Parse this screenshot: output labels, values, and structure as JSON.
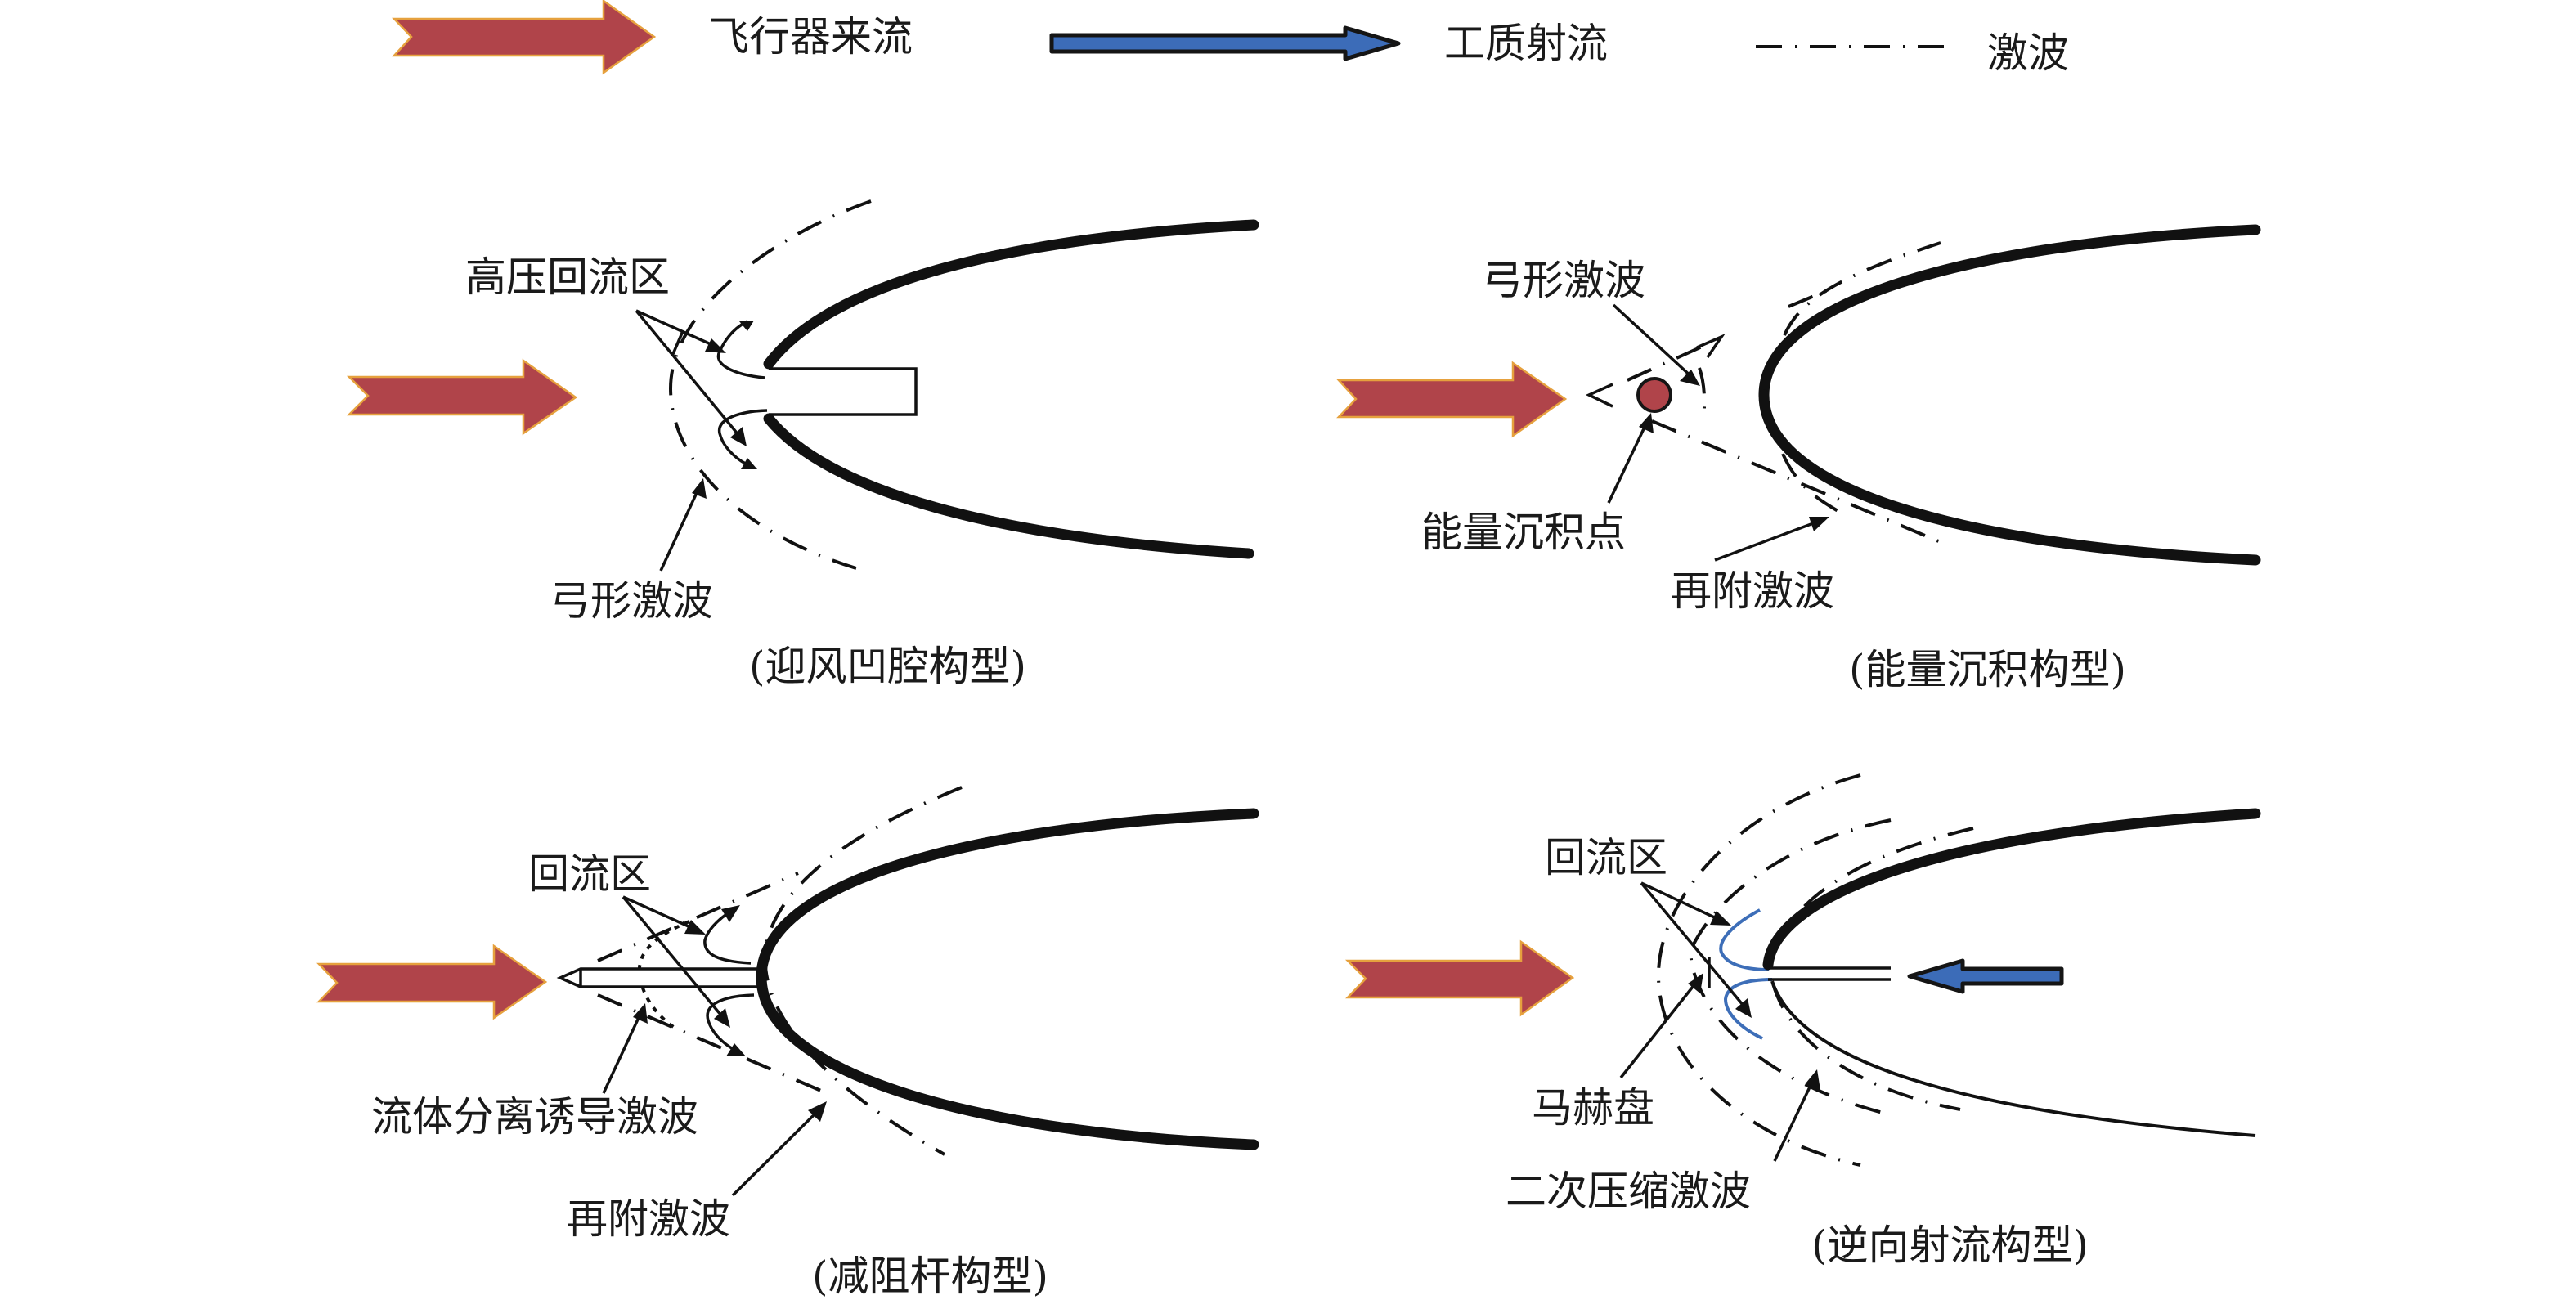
{
  "legend": {
    "freestream": {
      "label": "飞行器来流",
      "color": "#B0444A"
    },
    "jet": {
      "label": "工质射流",
      "color": "#3C6CB8"
    },
    "shock": {
      "label": "激波"
    }
  },
  "panels": [
    {
      "caption": "(迎风凹腔构型)",
      "labels": {
        "recirculation": "高压回流区",
        "bow_shock": "弓形激波"
      }
    },
    {
      "caption": "(能量沉积构型)",
      "labels": {
        "bow_shock": "弓形激波",
        "energy_point": "能量沉积点",
        "reattach_shock": "再附激波"
      }
    },
    {
      "caption": "(减阻杆构型)",
      "labels": {
        "recirculation": "回流区",
        "separation_shock": "流体分离诱导激波",
        "reattach_shock": "再附激波"
      }
    },
    {
      "caption": "(逆向射流构型)",
      "labels": {
        "recirculation": "回流区",
        "mach_disk": "马赫盘",
        "secondary_shock": "二次压缩激波"
      }
    }
  ]
}
